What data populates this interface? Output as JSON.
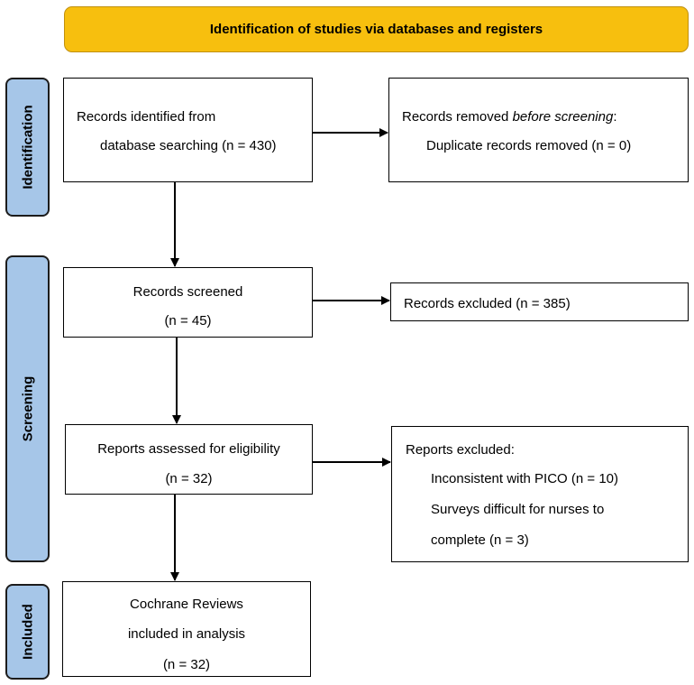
{
  "header": {
    "title": "Identification of studies via databases and registers"
  },
  "phases": {
    "identification": "Identification",
    "screening": "Screening",
    "included": "Included"
  },
  "boxes": {
    "identified": {
      "line1": "Records identified from",
      "line2": "database searching (n = 430)"
    },
    "removed": {
      "line1_prefix": "Records removed ",
      "line1_italic": "before screening",
      "line1_suffix": ":",
      "line2": "Duplicate records removed (n = 0)"
    },
    "screened": {
      "line1": "Records screened",
      "line2": "(n = 45)"
    },
    "excluded": {
      "line1": "Records excluded (n = 385)"
    },
    "assessed": {
      "line1": "Reports assessed for eligibility",
      "line2": "(n = 32)"
    },
    "reports_excluded": {
      "line1": "Reports excluded:",
      "line2": "Inconsistent with PICO (n = 10)",
      "line3": "Surveys difficult for nurses to",
      "line4": "complete (n = 3)"
    },
    "included": {
      "line1": "Cochrane Reviews",
      "line2": "included in analysis",
      "line3": "(n = 32)"
    }
  }
}
